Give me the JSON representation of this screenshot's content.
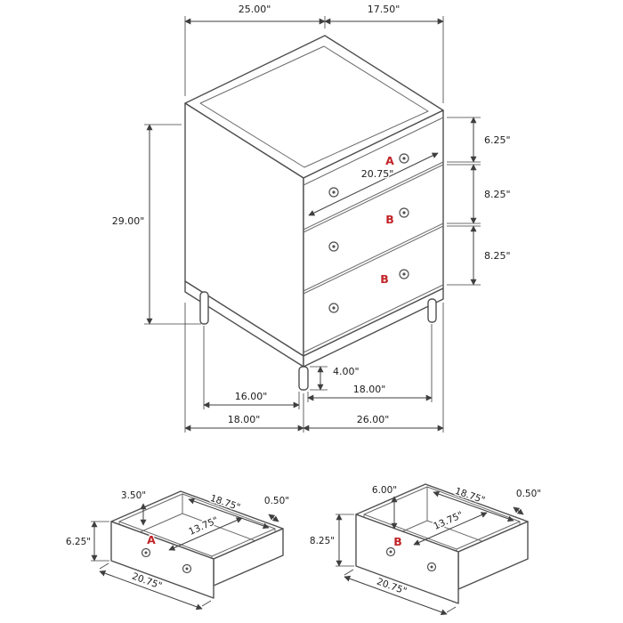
{
  "colors": {
    "furniture_line": "#4f4f4f",
    "dimension_line": "#3f3f3f",
    "text": "#1c1c1c",
    "accent_red": "#c22427",
    "background": "#ffffff",
    "border": "#dcdcdc"
  },
  "chest": {
    "dims": {
      "top_left": "25.00\"",
      "top_right": "17.50\"",
      "height": "29.00\"",
      "drawer_a_front_height": "6.25\"",
      "drawer_b1_front_height": "8.25\"",
      "drawer_b2_front_height": "8.25\"",
      "drawer_width": "20.75\"",
      "leg_height": "4.00\"",
      "base_side_span": "16.00\"",
      "base_front_span": "18.00\"",
      "overall_depth": "18.00\"",
      "overall_width": "26.00\""
    },
    "drawer_labels": {
      "a": "A",
      "b1": "B",
      "b2": "B"
    }
  },
  "drawer_a_detail": {
    "label": "A",
    "dims": {
      "side_height": "3.50\"",
      "inner_width": "18.75\"",
      "wall_thickness": "0.50\"",
      "front_height": "6.25\"",
      "inner_depth": "13.75\"",
      "outer_width": "20.75\""
    }
  },
  "drawer_b_detail": {
    "label": "B",
    "dims": {
      "side_height": "6.00\"",
      "inner_width": "18.75\"",
      "wall_thickness": "0.50\"",
      "front_height": "8.25\"",
      "inner_depth": "13.75\"",
      "outer_width": "20.75\""
    }
  }
}
